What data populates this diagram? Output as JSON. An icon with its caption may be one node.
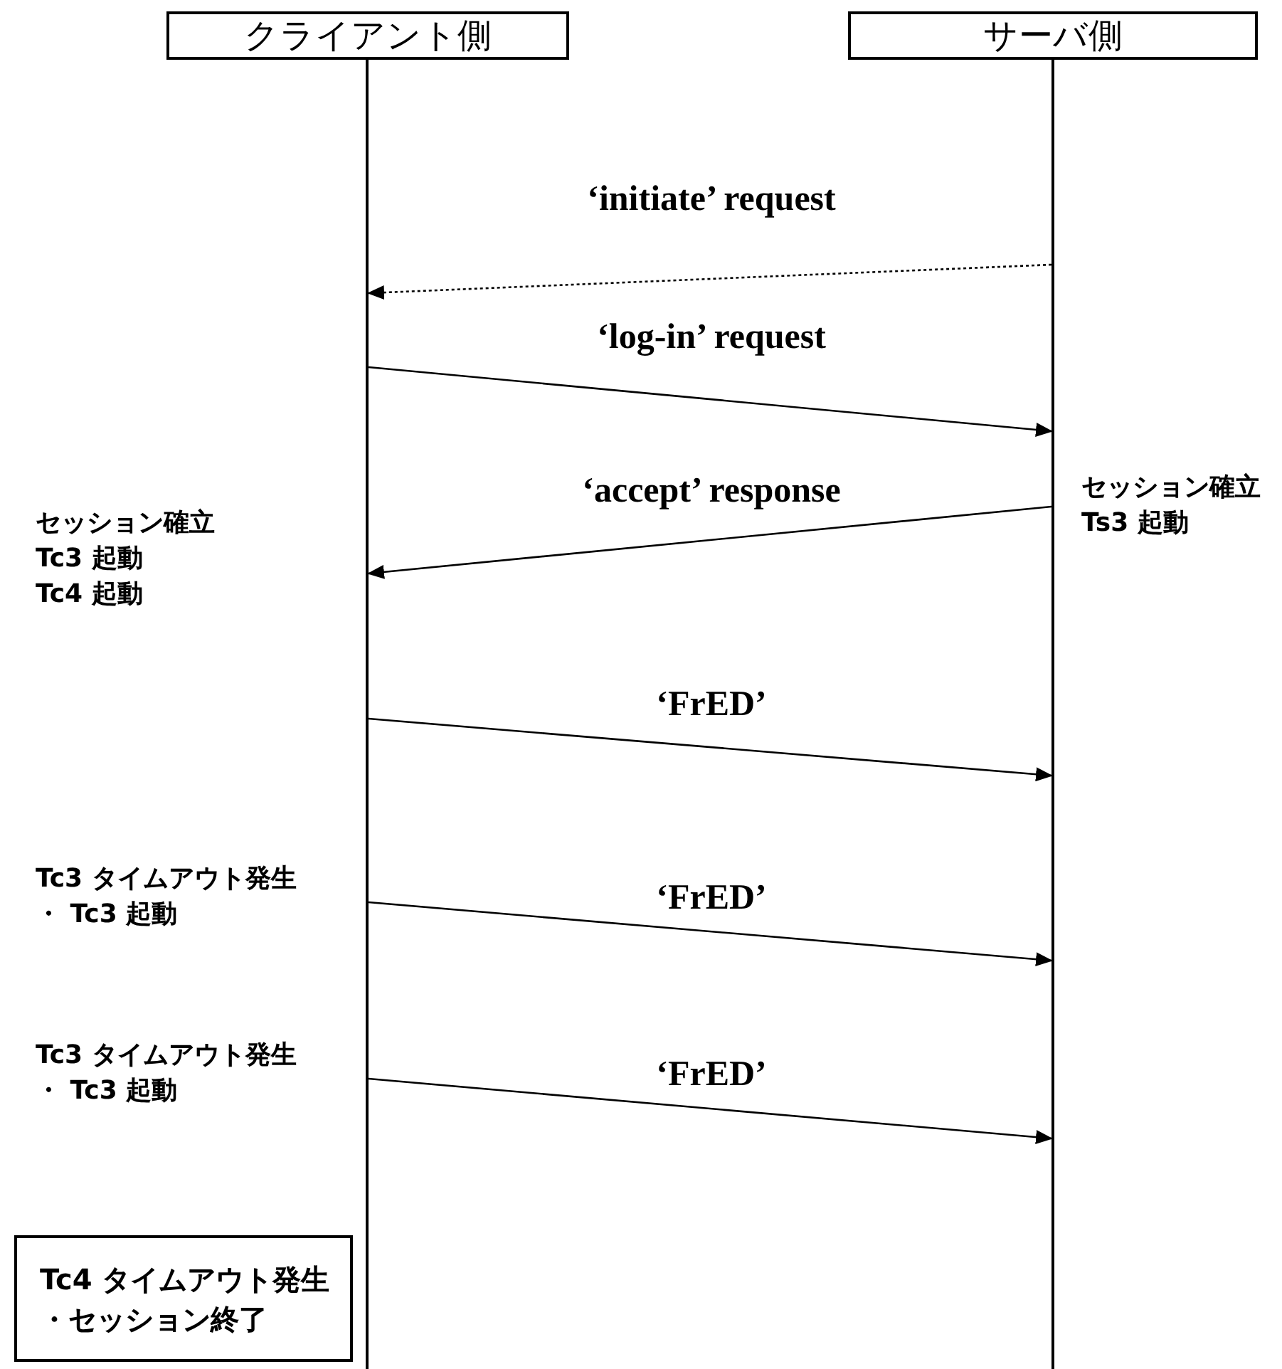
{
  "diagram": {
    "nodes": [
      {
        "text": [
          "クライアント側"
        ]
      },
      {
        "text": [
          "サーバ側"
        ]
      },
      {
        "text": [],
        "shape": "bar"
      },
      {
        "text": [],
        "shape": "bar"
      },
      {
        "text": [
          "Tc4 タイムアウト発生",
          "・セッション終了"
        ]
      }
    ],
    "edges": [
      {
        "from": 3,
        "to": 2,
        "arrow": "to",
        "label": "‘initiate’ request",
        "style": "dashed"
      },
      {
        "from": 2,
        "to": 3,
        "arrow": "to",
        "label": "‘log-in’ request"
      },
      {
        "from": 3,
        "to": 2,
        "arrow": "to",
        "label": "‘accept’ response"
      },
      {
        "from": 2,
        "to": 3,
        "arrow": "to",
        "label": "‘FrED’"
      },
      {
        "from": 2,
        "to": 3,
        "arrow": "to",
        "label": "‘FrED’"
      },
      {
        "from": 2,
        "to": 3,
        "arrow": "to",
        "label": "‘FrED’"
      }
    ],
    "labels": [
      "セッション確立",
      "Ts3 起動",
      "セッション確立",
      "Tc3 起動",
      "Tc4 起動",
      "Tc3 タイムアウト発生",
      "・ Tc3 起動",
      "Tc3 タイムアウト発生",
      "・ Tc3 起動"
    ]
  }
}
